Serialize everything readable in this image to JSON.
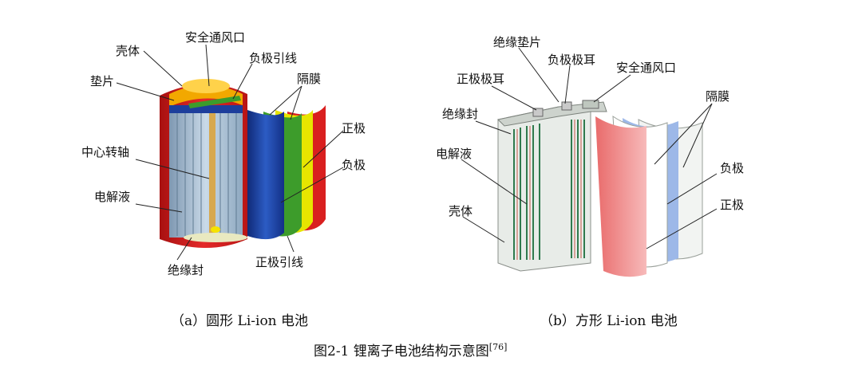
{
  "diagram_a": {
    "labels": {
      "shell": "壳体",
      "gasket": "垫片",
      "safety_vent": "安全通风口",
      "negative_lead": "负极引线",
      "separator": "隔膜",
      "positive": "正极",
      "negative": "负极",
      "center_axis": "中心转轴",
      "electrolyte": "电解液",
      "insulating_seal": "绝缘封",
      "positive_lead": "正极引线"
    },
    "caption": "（a）圆形 Li-ion 电池",
    "colors": {
      "shell": "#d91f1f",
      "positive": "#e7e500",
      "separator": "#3d9c2b",
      "negative": "#1a43a8",
      "cap": "#f2a800",
      "core": "#a9c2d8",
      "axis": "#d7a84e"
    }
  },
  "diagram_b": {
    "labels": {
      "insulating_pad": "绝缘垫片",
      "negative_tab": "负极极耳",
      "positive_tab": "正极极耳",
      "safety_vent": "安全通风口",
      "insulating_seal": "绝缘封",
      "separator": "隔膜",
      "electrolyte": "电解液",
      "negative": "负极",
      "positive": "正极",
      "shell": "壳体"
    },
    "caption": "（b）方形 Li-ion 电池",
    "colors": {
      "positive": "#f2a0a0",
      "negative": "#9db8e8",
      "shell": "#e8ece8",
      "plates": "#2f7a4d"
    }
  },
  "figure": {
    "title": "图2-1  锂离子电池结构示意图",
    "reference": "[76]"
  }
}
